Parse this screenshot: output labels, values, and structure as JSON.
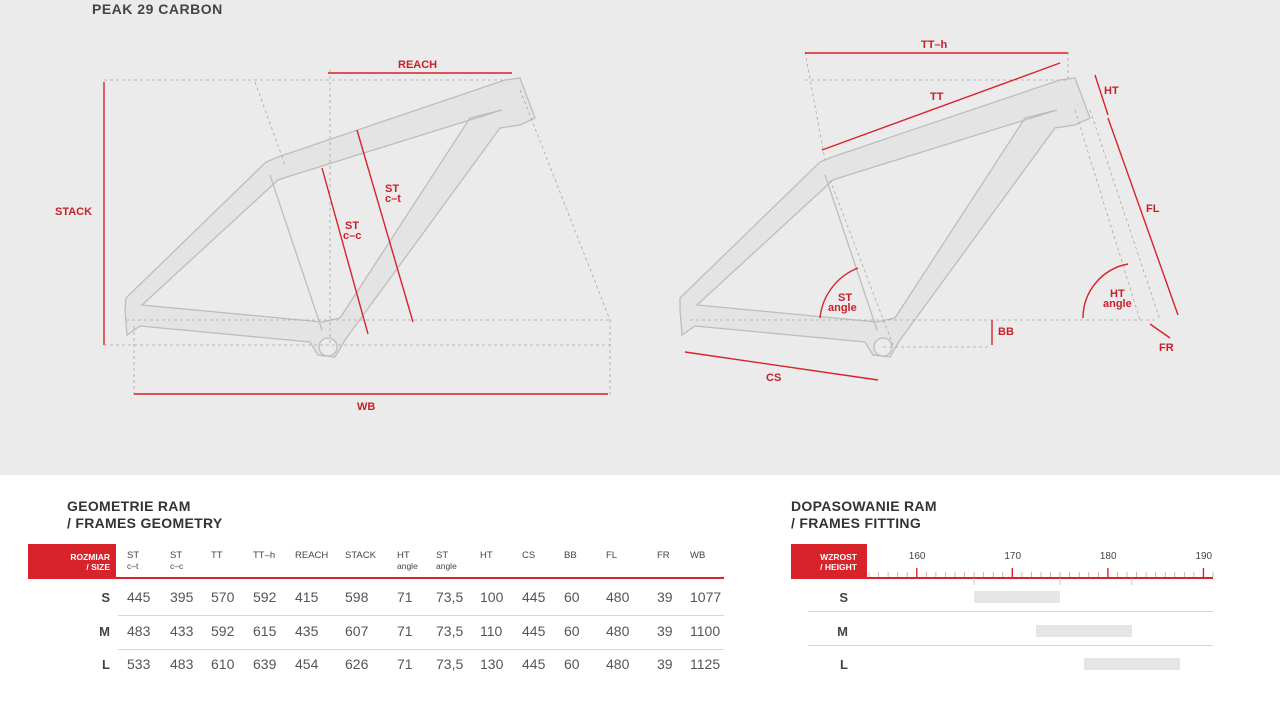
{
  "header": {
    "model": "PEAK 29 CARBON"
  },
  "diagram_labels": {
    "reach": "REACH",
    "stack": "STACK",
    "st_ct": "ST",
    "st_ct_sub": "c–t",
    "st_cc": "ST",
    "st_cc_sub": "c–c",
    "wb": "WB",
    "tt_h": "TT–h",
    "tt": "TT",
    "ht": "HT",
    "fl": "FL",
    "ht_angle": "HT",
    "ht_angle_sub": "angle",
    "st_angle": "ST",
    "st_angle_sub": "angle",
    "bb": "BB",
    "cs": "CS",
    "fr": "FR"
  },
  "geometry": {
    "title_line1": "GEOMETRIE RAM",
    "title_line2": "/ FRAMES GEOMETRY",
    "size_head_line1": "ROZMIAR",
    "size_head_line2": "/ SIZE",
    "columns": [
      {
        "main": "ST",
        "sub": "c–t"
      },
      {
        "main": "ST",
        "sub": "c–c"
      },
      {
        "main": "TT",
        "sub": ""
      },
      {
        "main": "TT–h",
        "sub": ""
      },
      {
        "main": "REACH",
        "sub": ""
      },
      {
        "main": "STACK",
        "sub": ""
      },
      {
        "main": "HT",
        "sub": "angle"
      },
      {
        "main": "ST",
        "sub": "angle"
      },
      {
        "main": "HT",
        "sub": ""
      },
      {
        "main": "CS",
        "sub": ""
      },
      {
        "main": "BB",
        "sub": ""
      },
      {
        "main": "FL",
        "sub": ""
      },
      {
        "main": "FR",
        "sub": ""
      },
      {
        "main": "WB",
        "sub": ""
      }
    ],
    "rows": [
      {
        "size": "S",
        "values": [
          "445",
          "395",
          "570",
          "592",
          "415",
          "598",
          "71",
          "73,5",
          "100",
          "445",
          "60",
          "480",
          "39",
          "1077"
        ]
      },
      {
        "size": "M",
        "values": [
          "483",
          "433",
          "592",
          "615",
          "435",
          "607",
          "71",
          "73,5",
          "110",
          "445",
          "60",
          "480",
          "39",
          "1100"
        ]
      },
      {
        "size": "L",
        "values": [
          "533",
          "483",
          "610",
          "639",
          "454",
          "626",
          "71",
          "73,5",
          "130",
          "445",
          "60",
          "480",
          "39",
          "1125"
        ]
      }
    ]
  },
  "fitting": {
    "title_line1": "DOPASOWANIE RAM",
    "title_line2": "/ FRAMES FITTING",
    "height_head_line1": "WZROST",
    "height_head_line2": "/ HEIGHT",
    "scale_min": 155,
    "scale_max": 191,
    "ticks": [
      "160",
      "170",
      "180",
      "190"
    ],
    "rows": [
      {
        "size": "S",
        "from": 166,
        "to": 175
      },
      {
        "size": "M",
        "from": 172.5,
        "to": 182.5
      },
      {
        "size": "L",
        "from": 177.5,
        "to": 187.5
      }
    ]
  }
}
